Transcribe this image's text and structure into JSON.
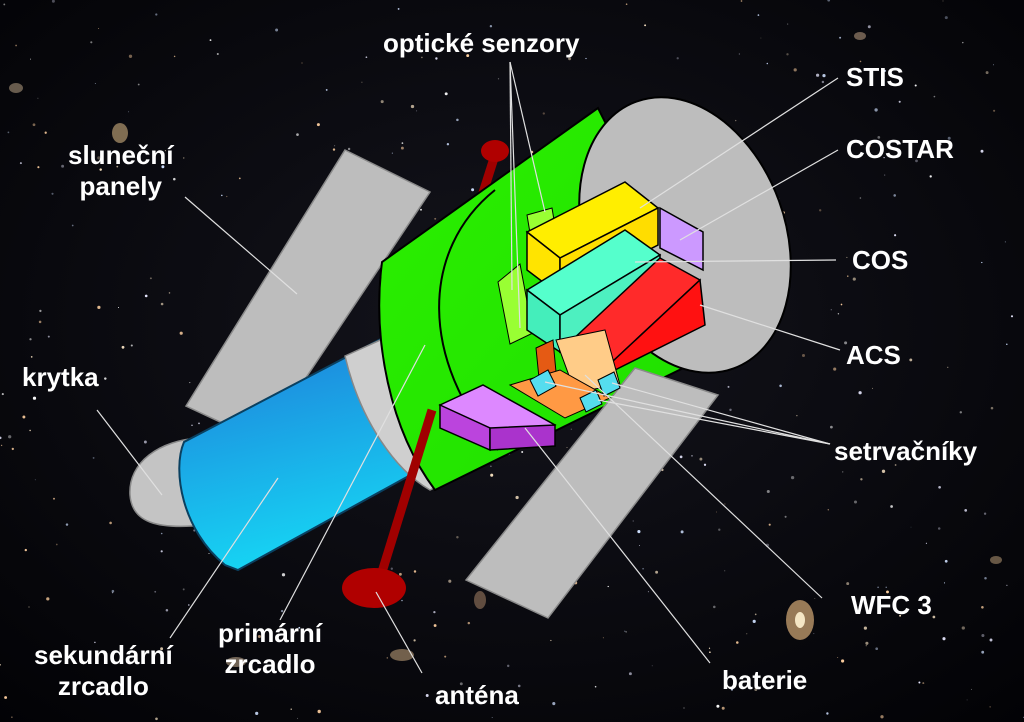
{
  "labels": {
    "opticke_senzory": "optické senzory",
    "stis": "STIS",
    "costar": "COSTAR",
    "cos": "COS",
    "acs": "ACS",
    "setrvacniky": "setrvačníky",
    "wfc3": "WFC 3",
    "baterie": "baterie",
    "antena": "anténa",
    "primarni_zrcadlo": [
      "primární",
      "zrcadlo"
    ],
    "sekundarni_zrcadlo": [
      "sekundární",
      "zrcadlo"
    ],
    "krytka": "krytka",
    "slunecni_panely": [
      "sluneční",
      "panely"
    ]
  },
  "colors": {
    "background": "#05050a",
    "tube_body": "#22ee00",
    "tube_edge": "#000000",
    "aperture_door": "#bdbdbd",
    "solar_panel": "#bdbdbd",
    "secondary_mirror_housing": "#19a6ee",
    "antenna": "#a00000",
    "stis": "#ffee00",
    "costar": "#cc99ff",
    "cos": "#55ffcc",
    "acs": "#ff1a1a",
    "wfc3": "#ff9944",
    "batteries": "#bb44dd",
    "reaction_wheels": "#55ddee",
    "optical_sensors": "#99ff33",
    "label_text": "#ffffff",
    "leader_line": "#e0e0e0"
  }
}
